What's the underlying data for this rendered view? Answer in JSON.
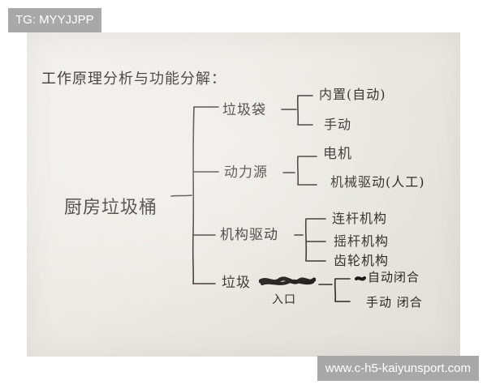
{
  "watermark_top": "TG: MYYJJPP",
  "watermark_bottom": "www.c-h5-kaiyunsport.com",
  "diagram": {
    "heading": "工作原理分析与功能分解：",
    "root": "厨房垃圾桶",
    "branches": [
      {
        "label": "垃圾袋",
        "children": [
          "内置(自动)",
          "手动"
        ]
      },
      {
        "label": "动力源",
        "children": [
          "电机",
          "机械驱动(人工)"
        ]
      },
      {
        "label": "机构驱动",
        "children": [
          "连杆机构",
          "摇杆机构",
          "齿轮机构"
        ]
      },
      {
        "label": "垃圾",
        "note": "入口",
        "children": [
          "自动闭合",
          "手动 闭合"
        ]
      }
    ]
  },
  "colors": {
    "paper": "#ece9e4",
    "ink": "#2a2623",
    "watermark_bg": "#a8a8a8",
    "watermark_text": "#ffffff"
  }
}
